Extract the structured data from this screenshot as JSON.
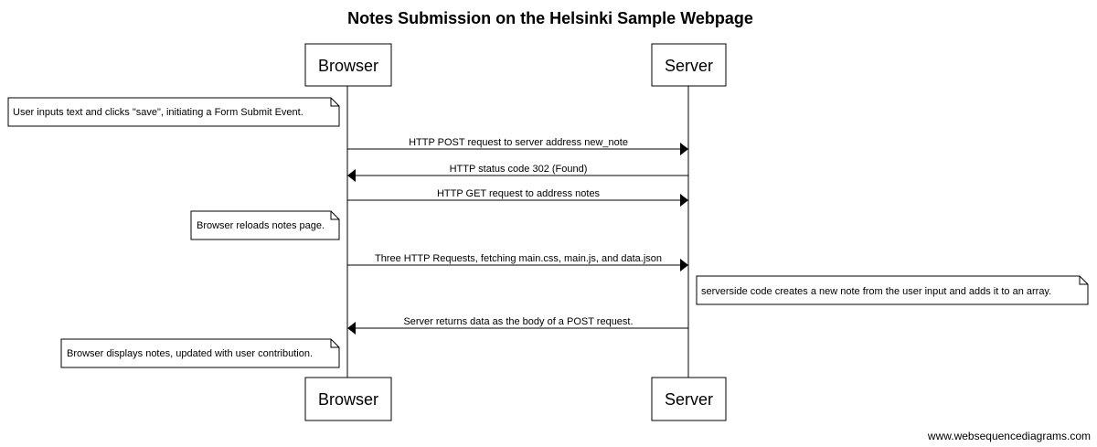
{
  "title": "Notes Submission on the Helsinki Sample Webpage",
  "footer": "www.websequencediagrams.com",
  "participants": [
    {
      "id": "browser",
      "name": "Browser"
    },
    {
      "id": "server",
      "name": "Server"
    }
  ],
  "events": [
    {
      "type": "note",
      "side": "left",
      "of": "browser",
      "text": "User inputs text and clicks \"save\", initiating a Form Submit Event."
    },
    {
      "type": "message",
      "from": "browser",
      "to": "server",
      "text": "HTTP POST request to server address new_note"
    },
    {
      "type": "message",
      "from": "server",
      "to": "browser",
      "text": "HTTP status code 302 (Found)"
    },
    {
      "type": "message",
      "from": "browser",
      "to": "server",
      "text": "HTTP GET request to address notes"
    },
    {
      "type": "note",
      "side": "left",
      "of": "browser",
      "text": "Browser reloads notes page."
    },
    {
      "type": "message",
      "from": "browser",
      "to": "server",
      "text": "Three HTTP Requests, fetching main.css, main.js, and data.json"
    },
    {
      "type": "note",
      "side": "right",
      "of": "server",
      "text": "serverside code creates a new note from the user input and adds it to an array."
    },
    {
      "type": "message",
      "from": "server",
      "to": "browser",
      "text": "Server returns data as the body of a POST request."
    },
    {
      "type": "note",
      "side": "left",
      "of": "browser",
      "text": "Browser displays notes, updated with user contribution."
    }
  ]
}
